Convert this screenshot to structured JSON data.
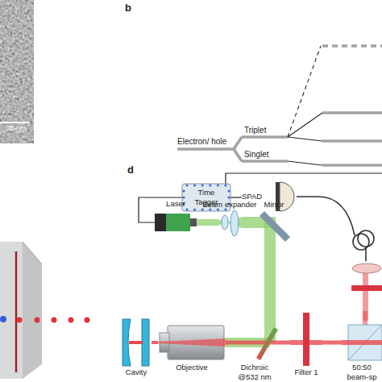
{
  "diagram": {
    "nodes": [
      {
        "text": [
          "Time Tagger"
        ]
      },
      {
        "text": [
          "SPAD"
        ]
      },
      {
        "text": [
          "Laser"
        ]
      },
      {
        "text": [
          "Beam expander"
        ]
      },
      {
        "text": [
          "Mirror"
        ]
      },
      {
        "text": [
          "Cavity"
        ]
      },
      {
        "text": [
          "Objective"
        ]
      },
      {
        "text": [
          "Dichroic @532 nm"
        ]
      },
      {
        "text": [
          "Filter 1"
        ]
      },
      {
        "text": [
          "50:50 beam-sp"
        ]
      }
    ],
    "edges": [
      {
        "from": 2,
        "to": 0,
        "arrow": "none"
      },
      {
        "from": 0,
        "to": 1,
        "arrow": "none"
      },
      {
        "from": 2,
        "to": 3,
        "arrow": "none"
      },
      {
        "from": 3,
        "to": 4,
        "arrow": "none"
      },
      {
        "from": 4,
        "to": 7,
        "arrow": "none"
      },
      {
        "from": 7,
        "to": 6,
        "arrow": "none"
      },
      {
        "from": 6,
        "to": 5,
        "arrow": "none"
      },
      {
        "from": 7,
        "to": 8,
        "arrow": "none"
      },
      {
        "from": 8,
        "to": 9,
        "arrow": "none"
      }
    ],
    "labels": [
      "20 nm",
      "b",
      "Electron/ hole",
      "Triplet",
      "Singlet",
      "d"
    ]
  }
}
